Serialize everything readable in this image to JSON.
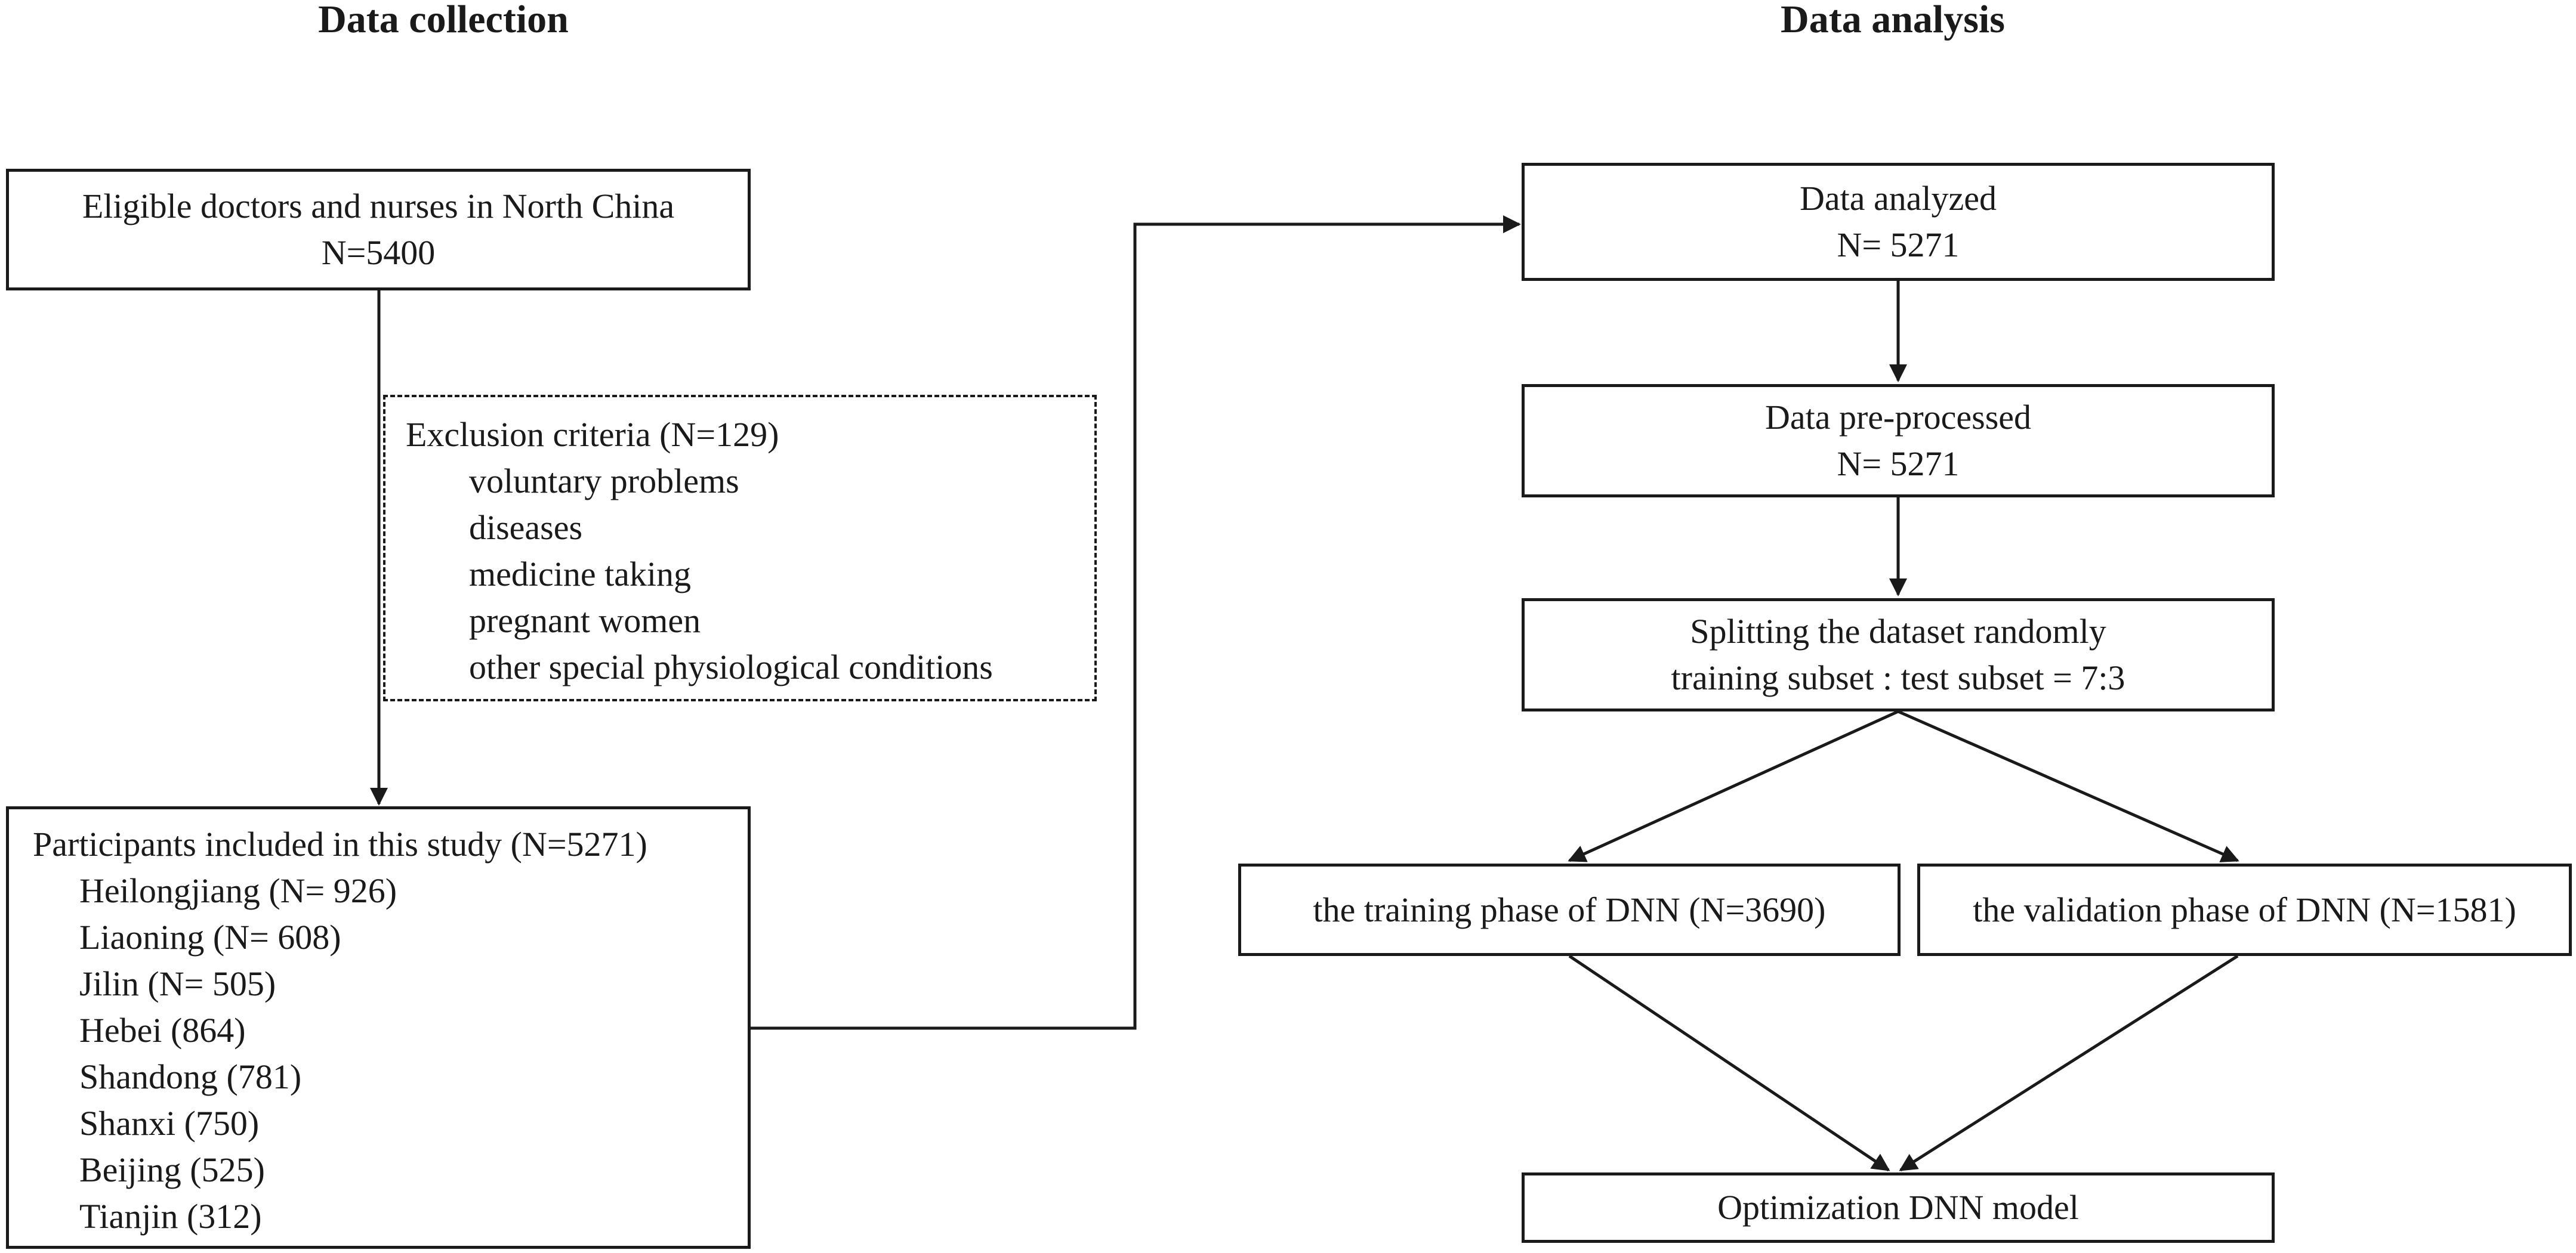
{
  "headers": {
    "collection": "Data collection",
    "analysis": "Data analysis"
  },
  "eligible": {
    "line1": "Eligible doctors and nurses in North China",
    "line2": "N=5400"
  },
  "exclusion": {
    "title": "Exclusion criteria (N=129)",
    "items": [
      "voluntary problems",
      "diseases",
      "medicine taking",
      "pregnant women",
      "other special physiological conditions"
    ]
  },
  "participants": {
    "title": "Participants included in this study (N=5271)",
    "provinces": [
      "Heilongjiang (N= 926)",
      "Liaoning (N= 608)",
      "Jilin (N= 505)",
      "Hebei (864)",
      "Shandong (781)",
      "Shanxi (750)",
      "Beijing (525)",
      "Tianjin (312)"
    ]
  },
  "analyzed": {
    "line1": "Data analyzed",
    "line2": "N= 5271"
  },
  "preprocessed": {
    "line1": "Data pre-processed",
    "line2": "N= 5271"
  },
  "splitting": {
    "line1": "Splitting the dataset randomly",
    "line2": "training subset : test subset = 7:3"
  },
  "training": {
    "label": "the training phase of DNN (N=3690)"
  },
  "validation": {
    "label": "the validation phase of DNN (N=1581)"
  },
  "optimization": {
    "label": "Optimization DNN model"
  },
  "style": {
    "ink": "#1a1a1a",
    "background": "#ffffff"
  }
}
